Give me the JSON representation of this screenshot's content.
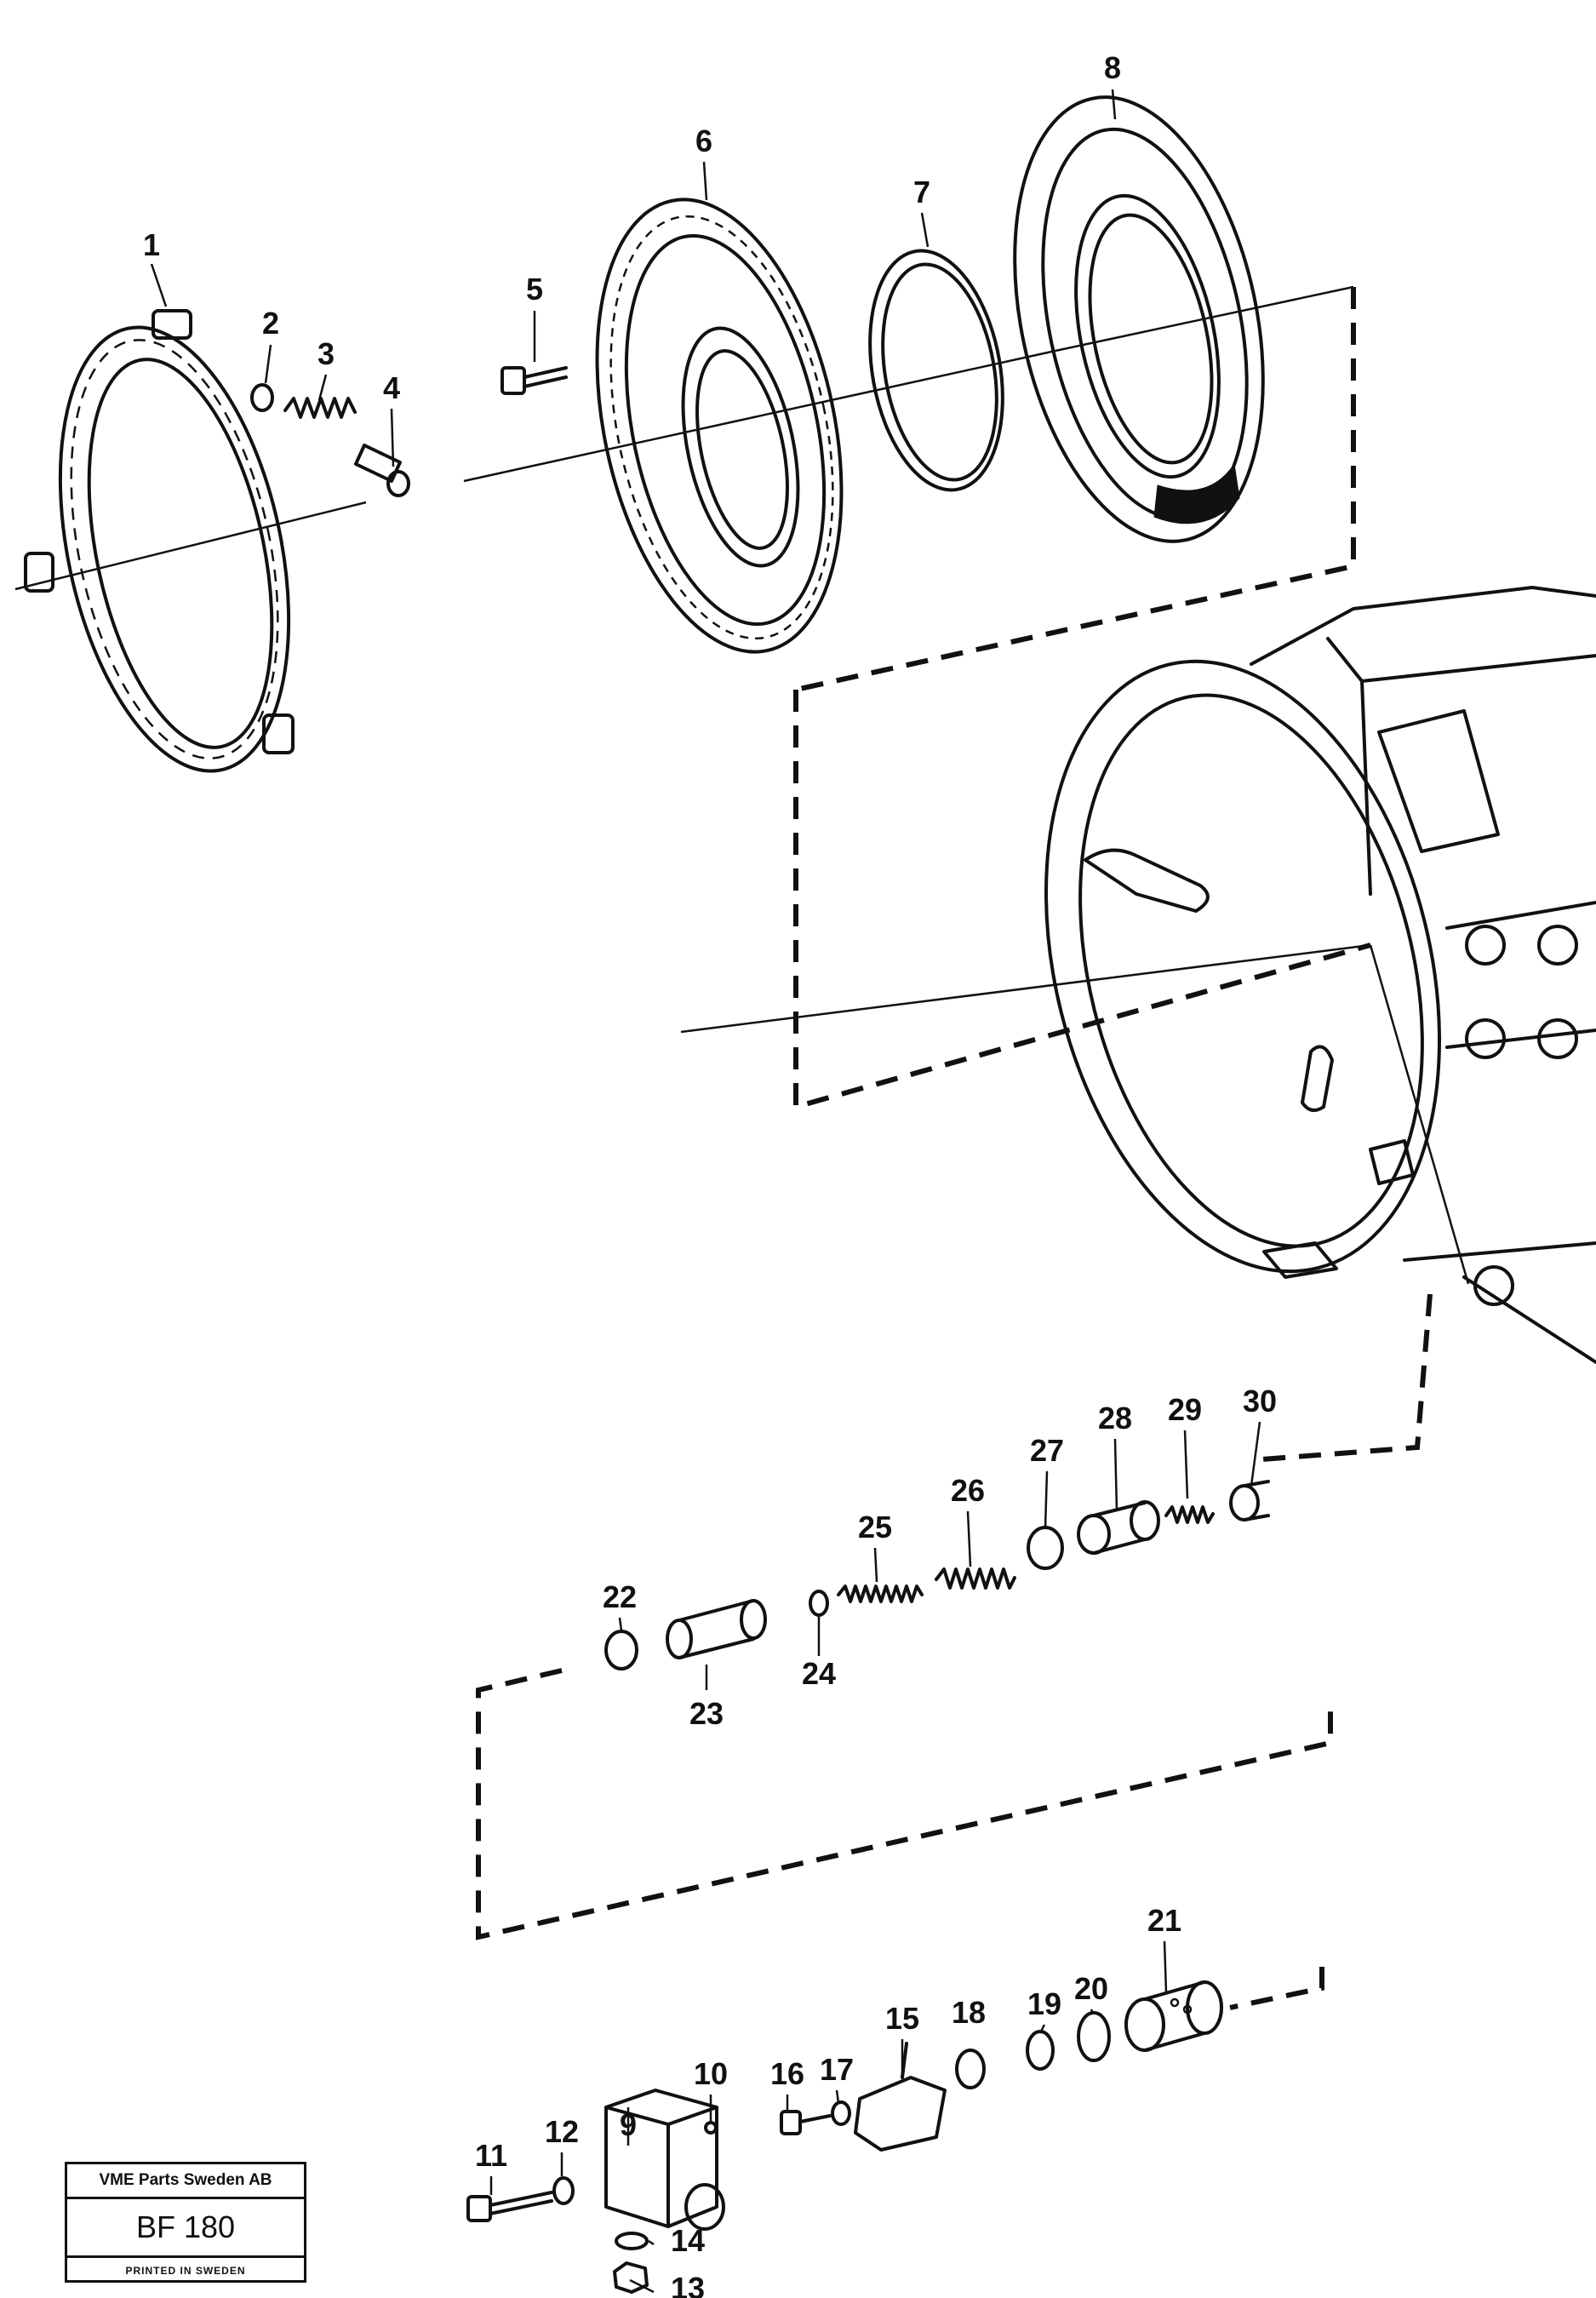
{
  "callouts": [
    "1",
    "2",
    "3",
    "4",
    "5",
    "6",
    "7",
    "8",
    "9",
    "10",
    "11",
    "12",
    "13",
    "14",
    "15",
    "16",
    "17",
    "18",
    "19",
    "20",
    "21",
    "22",
    "23",
    "24",
    "25",
    "26",
    "27",
    "28",
    "29",
    "30"
  ],
  "stamp": {
    "company": "VME Parts Sweden AB",
    "code": "BF 180",
    "footer": "PRINTED IN SWEDEN"
  }
}
